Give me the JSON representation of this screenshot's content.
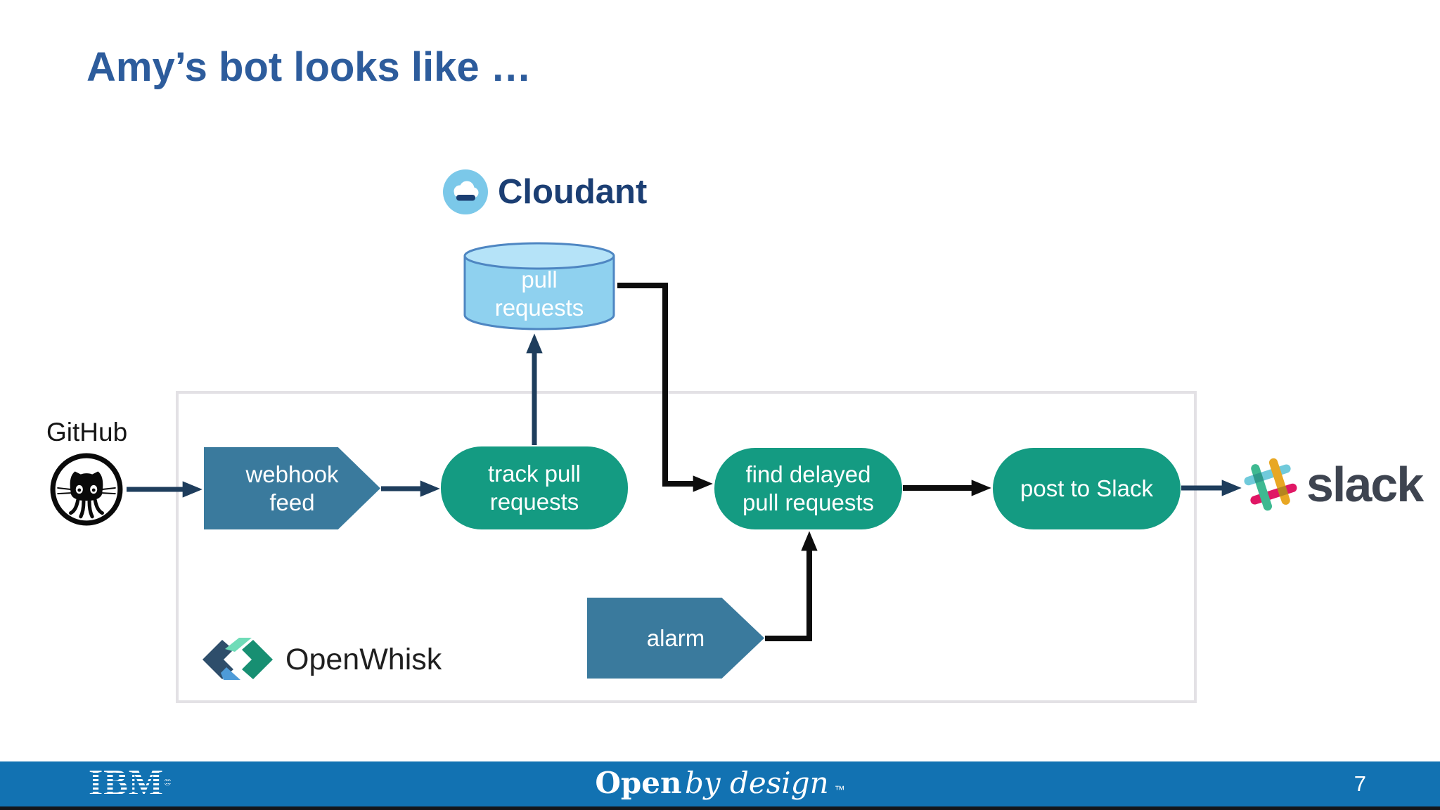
{
  "slide": {
    "title": "Amy’s bot looks like …",
    "page_number": "7",
    "footer": {
      "brand": "IBM",
      "brand_reg": "®",
      "tagline_bold": "Open",
      "tagline_italic": "by design",
      "trademark": "™"
    }
  },
  "diagram": {
    "github_label": "GitHub",
    "cloudant_label": "Cloudant",
    "slack_label": "slack",
    "openwhisk_label": "OpenWhisk",
    "database": {
      "line1": "pull",
      "line2": "requests"
    },
    "nodes": {
      "webhook": {
        "line1": "webhook",
        "line2": "feed"
      },
      "track": {
        "line1": "track pull",
        "line2": "requests"
      },
      "find": {
        "line1": "find delayed",
        "line2": "pull requests"
      },
      "post": {
        "line1": "post to Slack"
      },
      "alarm": {
        "line1": "alarm"
      }
    },
    "edges": [
      {
        "from": "github",
        "to": "webhook-feed"
      },
      {
        "from": "webhook-feed",
        "to": "track-pull-requests"
      },
      {
        "from": "track-pull-requests",
        "to": "pull-requests-db"
      },
      {
        "from": "pull-requests-db",
        "to": "find-delayed-pull-requests"
      },
      {
        "from": "find-delayed-pull-requests",
        "to": "post-to-slack"
      },
      {
        "from": "post-to-slack",
        "to": "slack"
      },
      {
        "from": "alarm",
        "to": "find-delayed-pull-requests"
      }
    ],
    "colors": {
      "teal_node": "#149B82",
      "steel_node": "#3A7A9D",
      "navy_arrow": "#1E3D5C",
      "black_arrow": "#0D0D0D",
      "cylinder_fill": "#8FD1EF",
      "cylinder_top": "#B5E3F8",
      "cylinder_stroke": "#4E86C2",
      "title_blue": "#2D5C9C",
      "footer_bar_blue": "#1272B2",
      "cloudant_navy": "#1B3E73",
      "slack_text": "#3E4450",
      "boundary_border": "#E3E1E5"
    }
  }
}
